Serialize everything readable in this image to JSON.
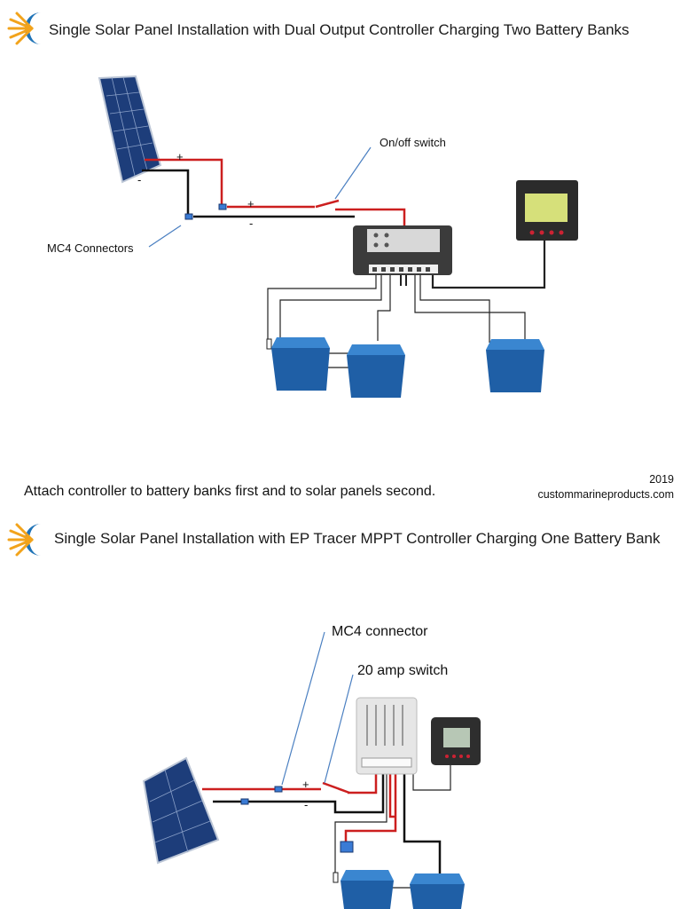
{
  "slide1": {
    "title": "Single Solar Panel Installation with Dual Output Controller Charging Two Battery Banks",
    "labels": {
      "switch": "On/off switch",
      "connectors": "MC4 Connectors",
      "plus_a": "+",
      "minus_a": "-",
      "plus_b": "+",
      "minus_b": "-"
    },
    "footer": "Attach controller to battery banks first and to solar panels second.",
    "year": "2019",
    "website": "custommarineproducts.com"
  },
  "slide2": {
    "title": "Single Solar Panel Installation with EP Tracer MPPT Controller Charging One Battery Bank",
    "labels": {
      "connector": "MC4 connector",
      "switch": "20 amp switch",
      "plus": "+",
      "minus": "-"
    }
  },
  "colors": {
    "positive_wire": "#cc1f1f",
    "negative_wire": "#111111",
    "pointer": "#4a7fc1",
    "battery_blue": "#1f5fa6",
    "panel_blue": "#1d3d7a",
    "logo_orange": "#f2a31b",
    "logo_blue": "#1f73b7"
  },
  "icons": [
    "sun-logo-icon",
    "solar-panel-icon",
    "charge-controller-icon",
    "remote-meter-icon",
    "battery-icon",
    "mc4-connector-icon",
    "switch-icon"
  ]
}
